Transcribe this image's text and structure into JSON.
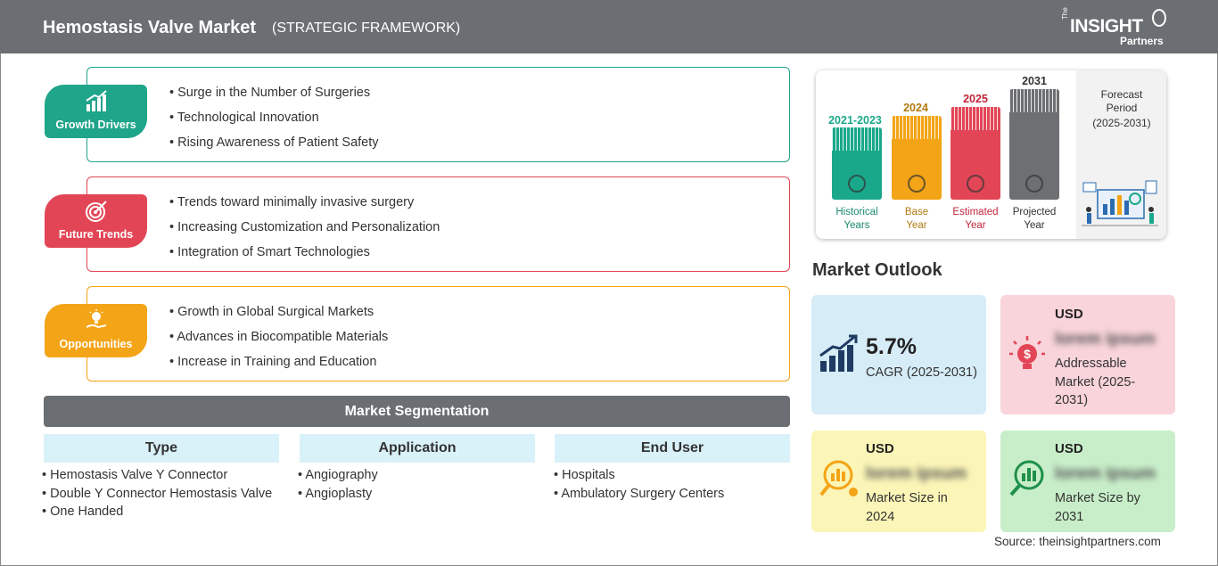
{
  "header": {
    "title": "Hemostasis Valve Market",
    "subtitle": "(STRATEGIC FRAMEWORK)",
    "logo": {
      "the": "The",
      "insight": "INSIGHT",
      "partners": "Partners"
    }
  },
  "framework": {
    "growth_drivers": {
      "label": "Growth Drivers",
      "color": "#1fa58a",
      "items": [
        "Surge in the Number of Surgeries",
        "Technological Innovation",
        "Rising Awareness of Patient Safety"
      ]
    },
    "future_trends": {
      "label": "Future Trends",
      "color": "#e24656",
      "items": [
        "Trends toward minimally invasive surgery",
        "Increasing Customization and Personalization",
        "Integration of Smart Technologies"
      ]
    },
    "opportunities": {
      "label": "Opportunities",
      "color": "#f4a417",
      "items": [
        "Growth in Global Surgical Markets",
        "Advances in Biocompatible Materials",
        "Increase in Training and Education"
      ]
    }
  },
  "segmentation": {
    "title": "Market Segmentation",
    "columns": [
      {
        "heading": "Type",
        "items": [
          "Hemostasis Valve Y Connector",
          "Double Y Connector Hemostasis Valve",
          "One Handed"
        ]
      },
      {
        "heading": "Application",
        "items": [
          "Angiography",
          "Angioplasty"
        ]
      },
      {
        "heading": "End User",
        "items": [
          "Hospitals",
          "Ambulatory Surgery Centers"
        ]
      }
    ]
  },
  "timeline": {
    "periods": [
      {
        "year": "2021-2023",
        "label_line1": "Historical",
        "label_line2": "Years",
        "color": "#1aa88a"
      },
      {
        "year": "2024",
        "label_line1": "Base",
        "label_line2": "Year",
        "color": "#f4a417"
      },
      {
        "year": "2025",
        "label_line1": "Estimated",
        "label_line2": "Year",
        "color": "#e24656"
      },
      {
        "year": "2031",
        "label_line1": "Projected",
        "label_line2": "Year",
        "color": "#6d6f72"
      }
    ],
    "forecast": {
      "line1": "Forecast",
      "line2": "Period",
      "line3": "(2025-2031)"
    }
  },
  "outlook": {
    "title": "Market Outlook",
    "cagr": {
      "value": "5.7%",
      "label": "CAGR (2025-2031)",
      "color": "#d6ecf7"
    },
    "addressable": {
      "usd": "USD",
      "value": "lorem ipsum",
      "line1": "Addressable",
      "line2": "Market (2025-",
      "line3": "2031)",
      "color": "#f9d4da"
    },
    "size_2024": {
      "usd": "USD",
      "value": "lorem ipsum",
      "line1": "Market Size in",
      "line2": "2024",
      "color": "#fbf5b7"
    },
    "size_2031": {
      "usd": "USD",
      "value": "lorem ipsum",
      "line1": "Market Size by",
      "line2": "2031",
      "color": "#c8eec9"
    }
  },
  "source": "Source: theinsightpartners.com"
}
